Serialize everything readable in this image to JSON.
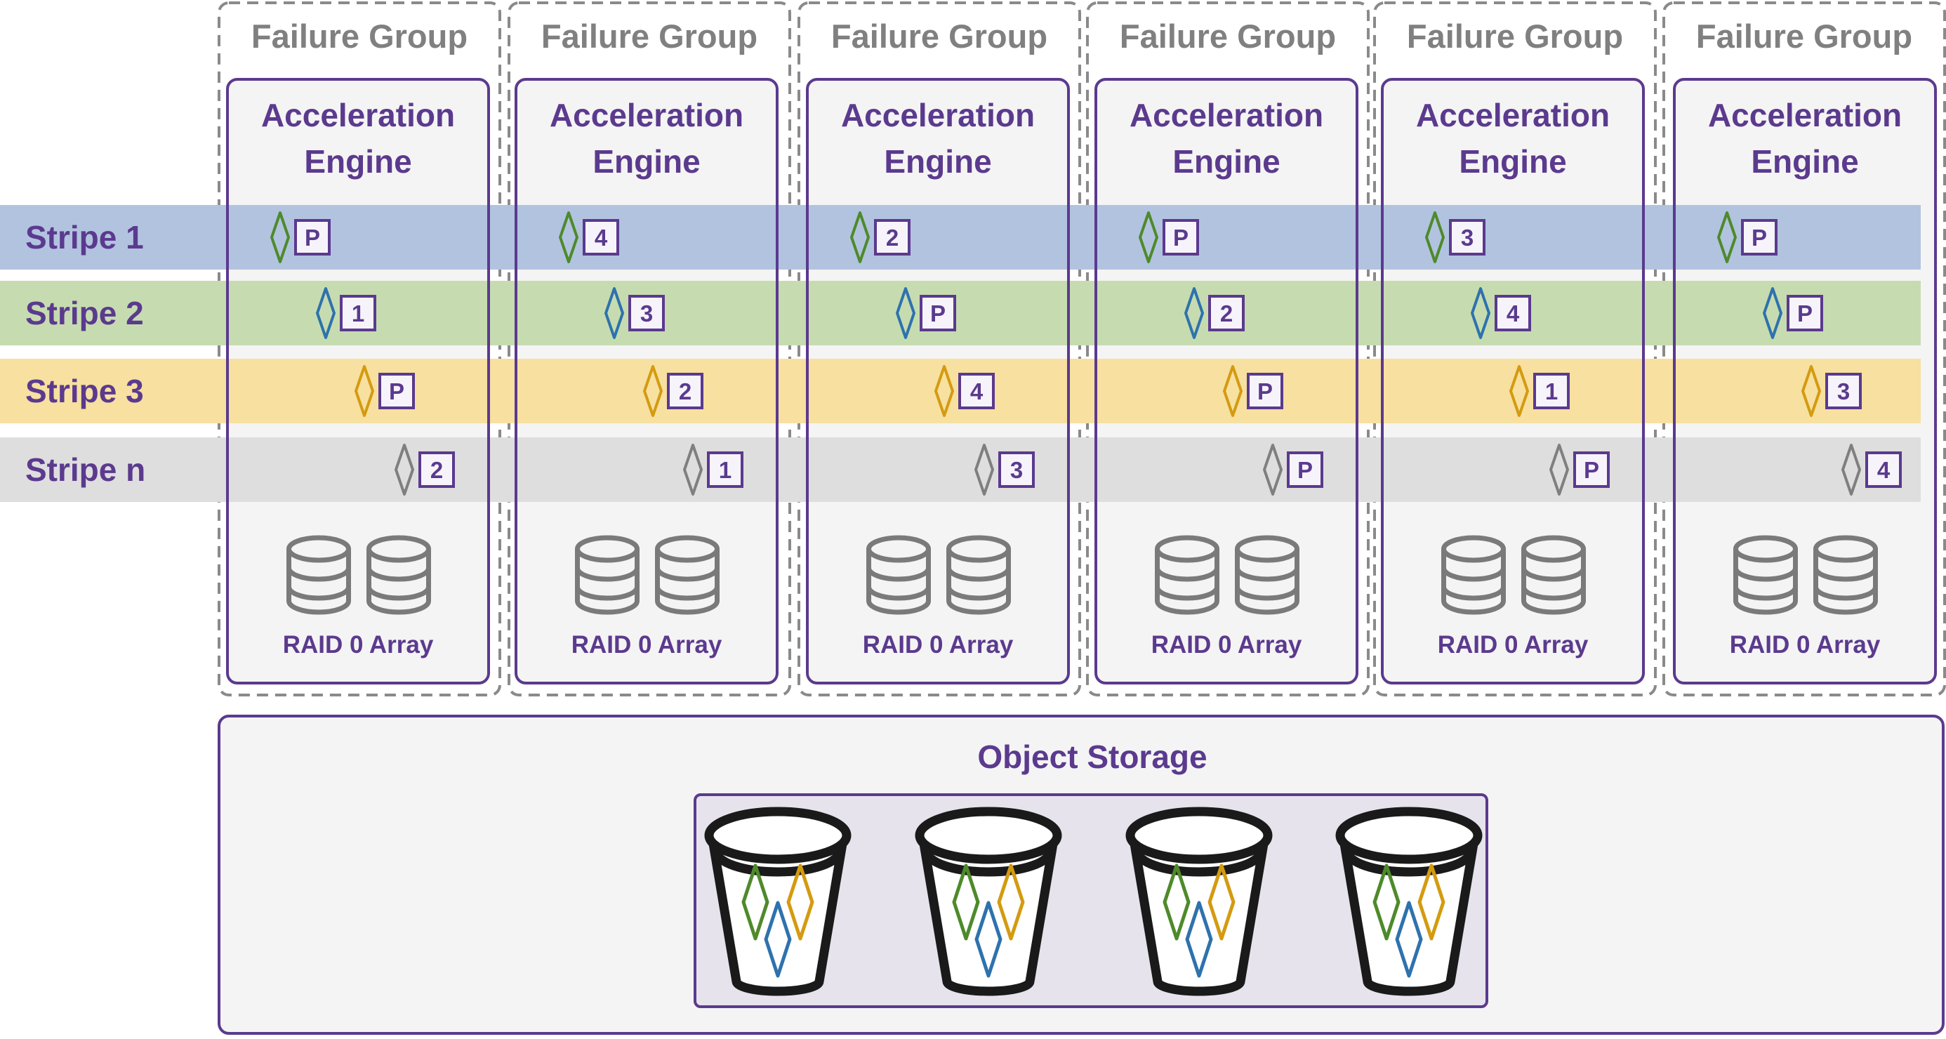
{
  "colors": {
    "purple": "#5b3a8e",
    "group_border": "#8a8a8a",
    "group_label": "#808080",
    "engine_fill": "#f4f4f4",
    "stripe_1": "#b2c3e0",
    "stripe_2": "#c6dcb0",
    "stripe_3": "#f7e0a0",
    "stripe_n": "#dedede",
    "diamond_green": "#4e8a2a",
    "diamond_blue": "#2e72ad",
    "diamond_gold": "#d49b10",
    "diamond_gray": "#7f7f7f",
    "disk_gray": "#7a7a7a",
    "bucket_black": "#1a1a1a",
    "bucket_box_fill": "#e6e3ec"
  },
  "failure_group_label": "Failure Group",
  "engine_label_line1": "Acceleration",
  "engine_label_line2": "Engine",
  "raid_label": "RAID 0 Array",
  "object_storage_label": "Object Storage",
  "stripes": [
    {
      "label": "Stripe 1",
      "color_key": "stripe_1",
      "diamond_key": "diamond_green",
      "chunks": [
        "P",
        "4",
        "2",
        "P",
        "3",
        "P"
      ]
    },
    {
      "label": "Stripe 2",
      "color_key": "stripe_2",
      "diamond_key": "diamond_blue",
      "chunks": [
        "1",
        "3",
        "P",
        "2",
        "4",
        "P"
      ]
    },
    {
      "label": "Stripe 3",
      "color_key": "stripe_3",
      "diamond_key": "diamond_gold",
      "chunks": [
        "P",
        "2",
        "4",
        "P",
        "1",
        "3"
      ]
    },
    {
      "label": "Stripe n",
      "color_key": "stripe_n",
      "diamond_key": "diamond_gray",
      "chunks": [
        "2",
        "1",
        "3",
        "P",
        "P",
        "4"
      ]
    }
  ],
  "group_count": 6,
  "bucket_count": 4
}
